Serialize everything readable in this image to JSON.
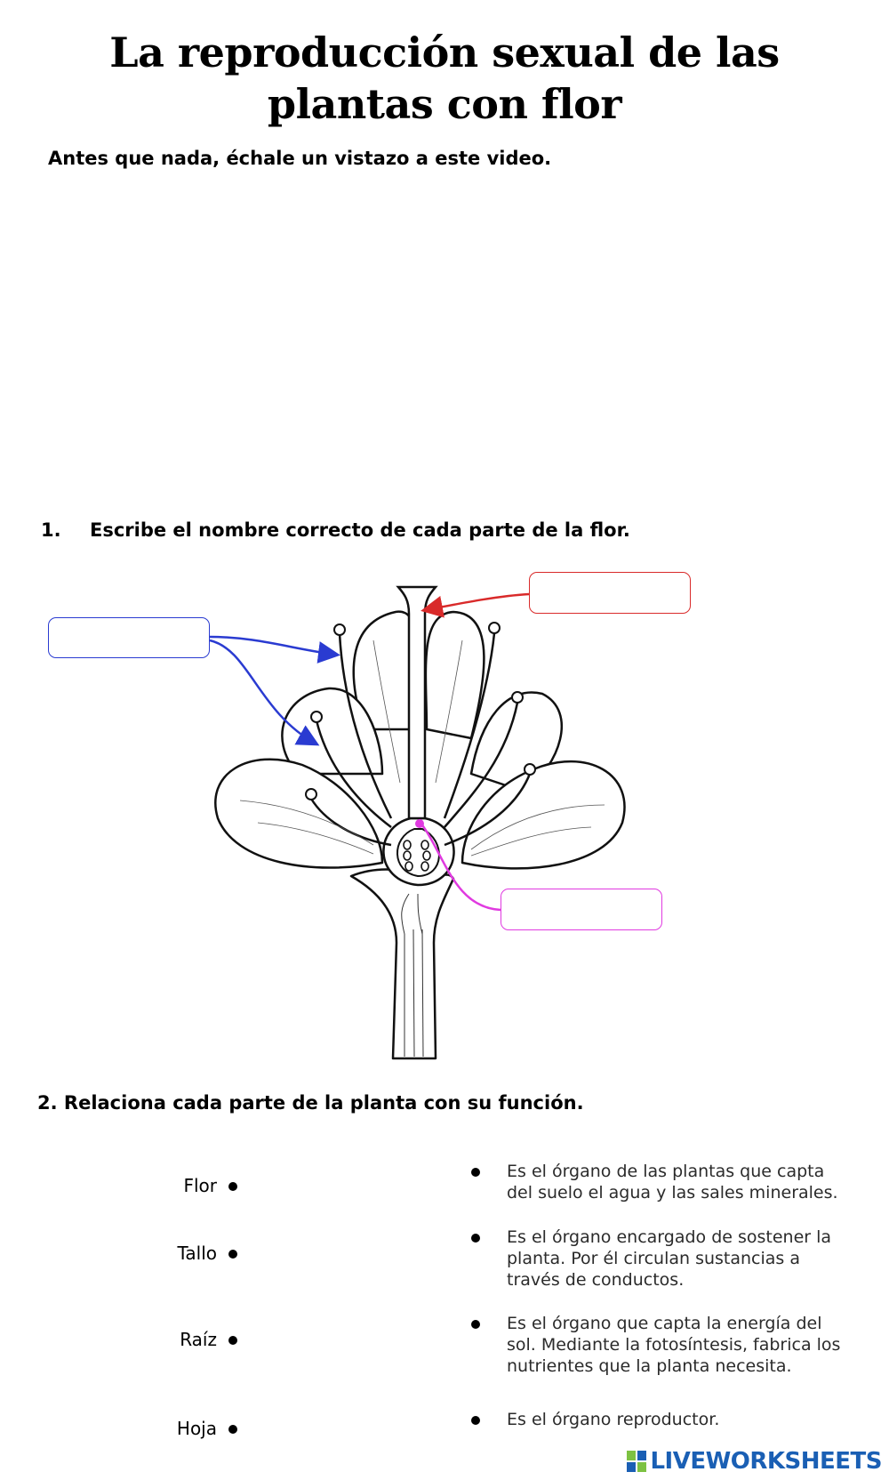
{
  "title": {
    "line1": "La reproducción sexual de las",
    "line2": "plantas con flor"
  },
  "intro": "Antes que nada, échale un vistazo a este video.",
  "question1": {
    "number": "1.",
    "text": "Escribe el nombre correcto de cada parte de la flor."
  },
  "label_boxes": {
    "blue_value": "",
    "red_value": "",
    "pink_value": ""
  },
  "colors": {
    "blue": "#2a3bd1",
    "red": "#d92a2a",
    "pink": "#e03ae0",
    "brand": "#1a5fb4"
  },
  "question2": {
    "text": "2. Relaciona cada parte de la planta con su función.",
    "parts": [
      "Flor",
      "Tallo",
      "Raíz",
      "Hoja"
    ],
    "functions": [
      "Es el órgano de las plantas que capta del suelo el agua y las sales minerales.",
      "Es el órgano encargado de sostener la planta. Por él circulan sustancias a través de conductos.",
      "Es el órgano que capta la energía del sol. Mediante la fotosíntesis, fabrica los nutrientes que la planta necesita.",
      "Es el órgano reproductor."
    ]
  },
  "footer": {
    "brand": "LIVEWORKSHEETS",
    "logo_icon": "liveworksheets-logo-icon"
  }
}
